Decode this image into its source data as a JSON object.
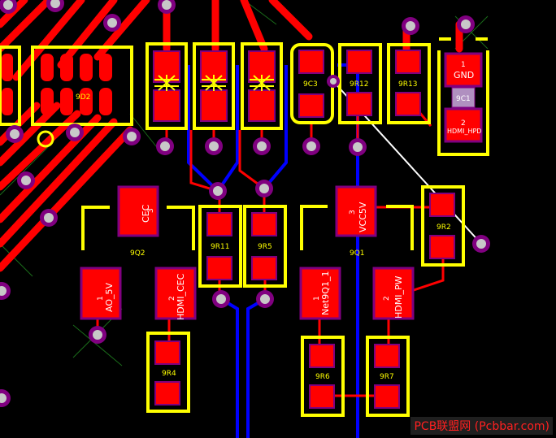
{
  "colors": {
    "background": "#000000",
    "top_copper": "#ff0000",
    "bottom_copper": "#0000ff",
    "silkscreen": "#ffff00",
    "via": "#800080",
    "pad_outline": "#800080",
    "ratsnest": "#ffffff",
    "net_label": "#ffffff"
  },
  "components": {
    "c1": "9C1",
    "c3": "9C3",
    "d2": "9D2",
    "r12": "9R12",
    "r13": "9R13",
    "r11": "9R11",
    "r5": "9R5",
    "r2": "9R2",
    "r4": "9R4",
    "r6": "9R6",
    "r7": "9R7",
    "q1": "9Q1",
    "q2": "9Q2"
  },
  "pads": {
    "c1_pin1": "1",
    "c1_pin1_net": "GND",
    "c1_pin2": "2",
    "c1_pin2_net": "HDMI_HPD",
    "q2_pin3": "3",
    "q2_pin3_net": "CEC",
    "q2_pin1": "1",
    "q2_pin1_net": "AO_5V",
    "q2_pin2": "2",
    "q2_pin2_net": "HDMI_CEC",
    "q1_pin3": "3",
    "q1_pin3_net": "VCC5V",
    "q1_pin1": "1",
    "q1_pin1_net": "Net9Q1_1",
    "q1_pin2": "2",
    "q1_pin2_net": "HDMI_PW"
  },
  "watermark": "PCB联盟网 (Pcbbar.com)"
}
